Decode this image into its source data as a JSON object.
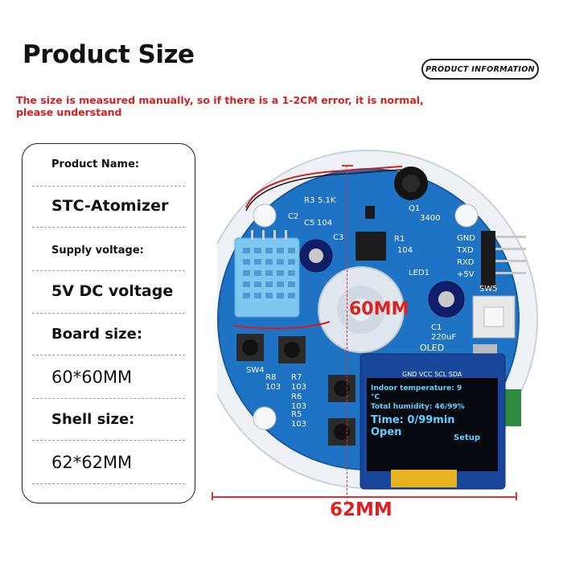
{
  "header": {
    "title": "Product Size",
    "badge": "PRODUCT INFORMATION",
    "note": "The size is measured manually, so if there is a 1-2CM error, it is normal, please understand"
  },
  "specs": {
    "product_name_label": "Product Name:",
    "product_name_value": "STC-Atomizer",
    "supply_voltage_label": "Supply voltage:",
    "supply_voltage_value": "5V DC voltage",
    "board_size_label": "Board size:",
    "board_size_value": "60*60MM",
    "shell_size_label": "Shell size:",
    "shell_size_value": "62*62MM"
  },
  "dimensions": {
    "vertical": "60MM",
    "horizontal": "62MM"
  },
  "board": {
    "silk": {
      "r3": "R3",
      "r3_val": "5.1K",
      "c2": "C2",
      "c5": "C5",
      "c5_val": "104",
      "c3": "C3",
      "q1": "Q1",
      "q1_val": "3400",
      "r1": "R1",
      "r1_val": "104",
      "led1": "LED1",
      "c1": "C1",
      "c1_val": "220uF",
      "gnd": "GND",
      "txd": "TXD",
      "rxd": "RXD",
      "plus5v": "+5V",
      "sw5": "SW5",
      "sw4": "SW4",
      "r8": "R8",
      "r8_val": "103",
      "r7": "R7",
      "r7_val": "103",
      "r6": "R6",
      "r6_val": "103",
      "r5": "R5",
      "r5_val": "103",
      "oled": "OLED"
    },
    "oled": {
      "pins": "GND VCC SCL SDA",
      "line1": "Indoor temperature: 9",
      "line2": "°C",
      "line3": "Total humidity: 46/99%",
      "line4": "Time: 0/99min",
      "line5_left": "Open",
      "line5_right": "Setup"
    }
  },
  "colors": {
    "note_red": "#d42020",
    "dimension_red": "#e02020",
    "pcb_blue": "#1f73c4",
    "oled_text": "#5fd3ff",
    "oled_bg": "#05080f"
  }
}
